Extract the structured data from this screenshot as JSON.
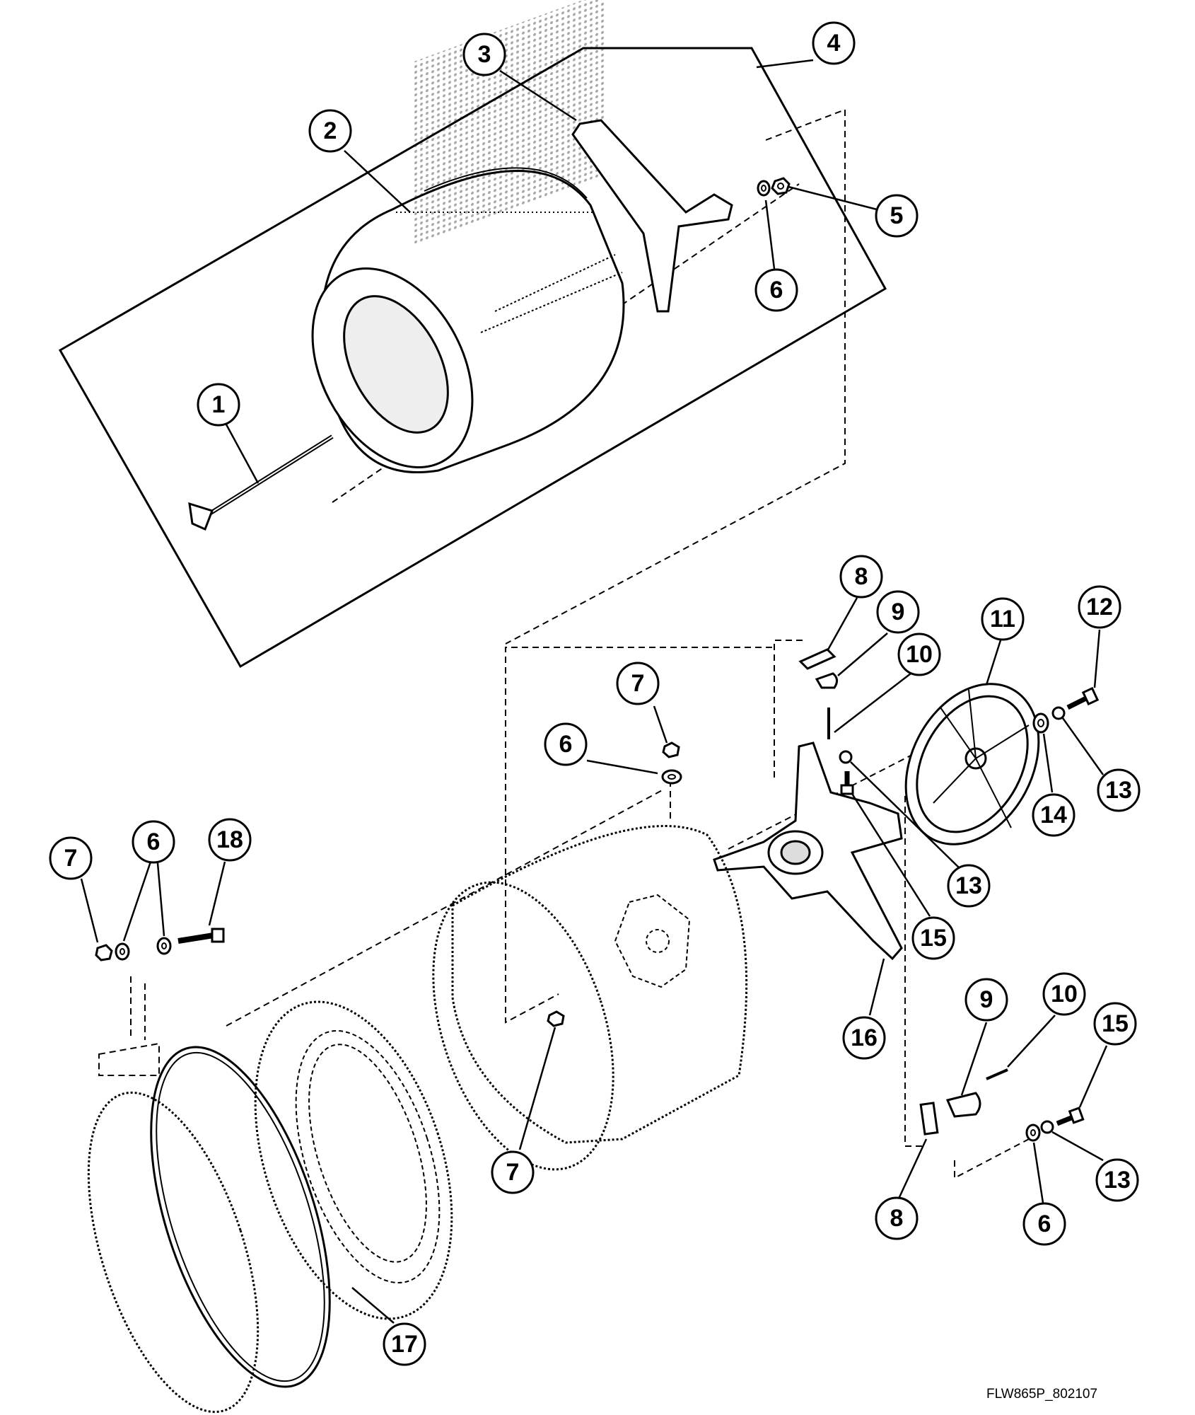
{
  "diagram": {
    "document_code": "FLW865P_802107",
    "callouts": [
      {
        "id": "c1",
        "label": "1"
      },
      {
        "id": "c2",
        "label": "2"
      },
      {
        "id": "c3",
        "label": "3"
      },
      {
        "id": "c4",
        "label": "4"
      },
      {
        "id": "c5",
        "label": "5"
      },
      {
        "id": "c6a",
        "label": "6"
      },
      {
        "id": "c7a",
        "label": "7"
      },
      {
        "id": "c6b",
        "label": "6"
      },
      {
        "id": "c8a",
        "label": "8"
      },
      {
        "id": "c9a",
        "label": "9"
      },
      {
        "id": "c10a",
        "label": "10"
      },
      {
        "id": "c11",
        "label": "11"
      },
      {
        "id": "c12",
        "label": "12"
      },
      {
        "id": "c13a",
        "label": "13"
      },
      {
        "id": "c14",
        "label": "14"
      },
      {
        "id": "c13b",
        "label": "13"
      },
      {
        "id": "c15a",
        "label": "15"
      },
      {
        "id": "c16",
        "label": "16"
      },
      {
        "id": "c7b",
        "label": "7"
      },
      {
        "id": "c6c",
        "label": "6"
      },
      {
        "id": "c18",
        "label": "18"
      },
      {
        "id": "c7c",
        "label": "7"
      },
      {
        "id": "c17",
        "label": "17"
      },
      {
        "id": "c9b",
        "label": "9"
      },
      {
        "id": "c10b",
        "label": "10"
      },
      {
        "id": "c15b",
        "label": "15"
      },
      {
        "id": "c8b",
        "label": "8"
      },
      {
        "id": "c6d",
        "label": "6"
      },
      {
        "id": "c13c",
        "label": "13"
      }
    ]
  }
}
